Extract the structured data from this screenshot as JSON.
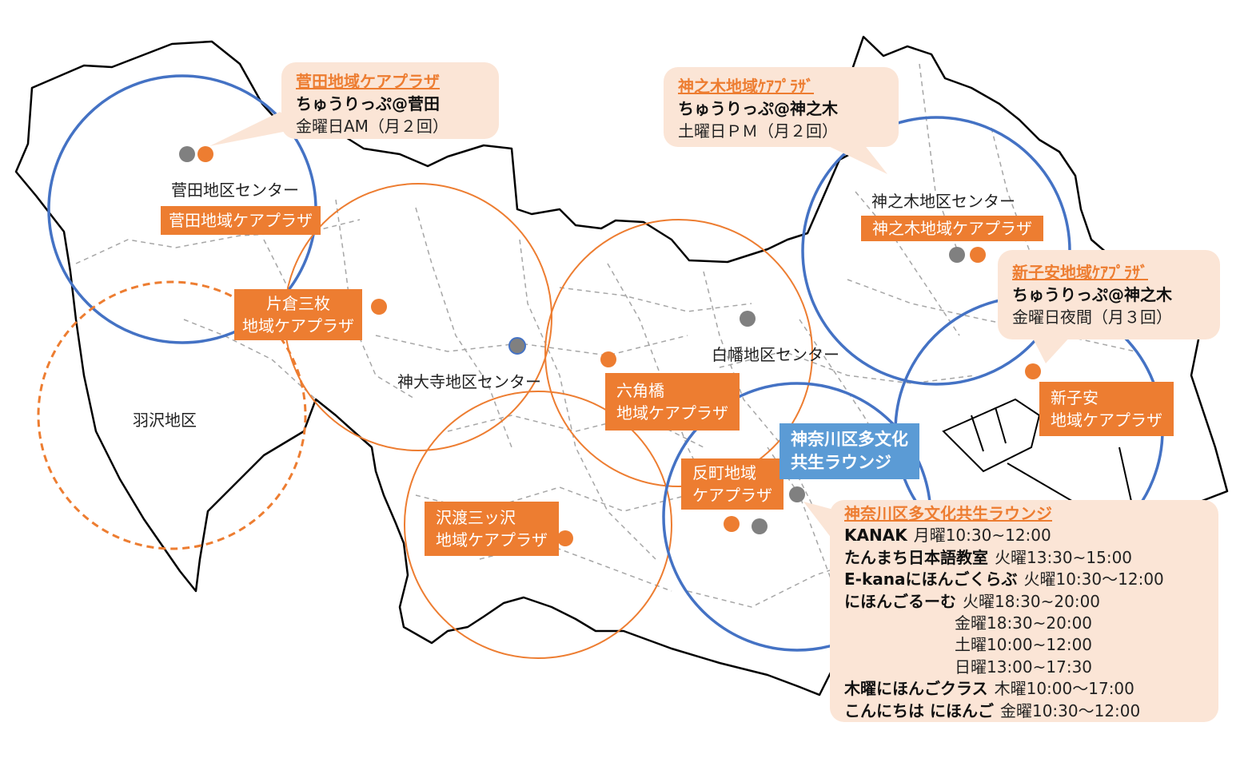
{
  "districts": {
    "hazawa": "羽沢地区",
    "sugeta_center": "菅田地区センター",
    "jindaiji_center": "神大寺地区センター",
    "shirahata_center": "白幡地区センター",
    "kanogi_center": "神之木地区センター"
  },
  "plazas": {
    "sugeta": "菅田地域ケアプラザ",
    "katakura_line1": "片倉三枚",
    "katakura_line2": "地域ケアプラザ",
    "rokkakubashi_line1": "六角橋",
    "rokkakubashi_line2": "地域ケアプラザ",
    "sawatari_line1": "沢渡三ッ沢",
    "sawatari_line2": "地域ケアプラザ",
    "tanmachi_line1": "反町地域",
    "tanmachi_line2": "ケアプラザ",
    "kanogi": "神之木地域ケアプラザ",
    "shinkoyasu_line1": "新子安",
    "shinkoyasu_line2": "地域ケアプラザ"
  },
  "lounge_box": {
    "line1": "神奈川区多文化",
    "line2": "共生ラウンジ"
  },
  "callouts": {
    "sugeta": {
      "title": "菅田地域ケアプラザ",
      "name": "ちゅうりっぷ@菅田",
      "schedule": "金曜日AM（月２回）"
    },
    "kanogi": {
      "title": "神之木地域ｹｱﾌﾟﾗｻﾞ",
      "name": "ちゅうりっぷ@神之木",
      "schedule": "土曜日ＰＭ（月２回）"
    },
    "shinkoyasu": {
      "title": "新子安地域ｹｱﾌﾟﾗｻﾞ",
      "name": "ちゅうりっぷ@神之木",
      "schedule": "金曜日夜間（月３回）"
    },
    "lounge": {
      "title": "神奈川区多文化共生ラウンジ",
      "rows": [
        {
          "name": "KANAK",
          "time": "月曜10:30~12:00"
        },
        {
          "name": "たんまち日本語教室",
          "time": "火曜13:30~15:00"
        },
        {
          "name": "E-kanaにほんごくらぶ",
          "time": "火曜10:30～12:00"
        },
        {
          "name": "にほんごるーむ",
          "time": "火曜18:30~20:00"
        },
        {
          "name": "",
          "time": "金曜18:30~20:00"
        },
        {
          "name": "",
          "time": "土曜10:00~12:00"
        },
        {
          "name": "",
          "time": "日曜13:00~17:30"
        },
        {
          "name": "木曜にほんごクラス",
          "time": "木曜10:00～17:00"
        },
        {
          "name": "こんにちは にほんご",
          "time": "金曜10:30～12:00"
        }
      ]
    }
  },
  "colors": {
    "blue_circle": "#4472c4",
    "orange_circle": "#ed7d31",
    "orange_dot": "#ed7d31",
    "gray_dot": "#808080",
    "callout_bg": "#fbe5d6",
    "lounge_box": "#5b9bd5"
  }
}
